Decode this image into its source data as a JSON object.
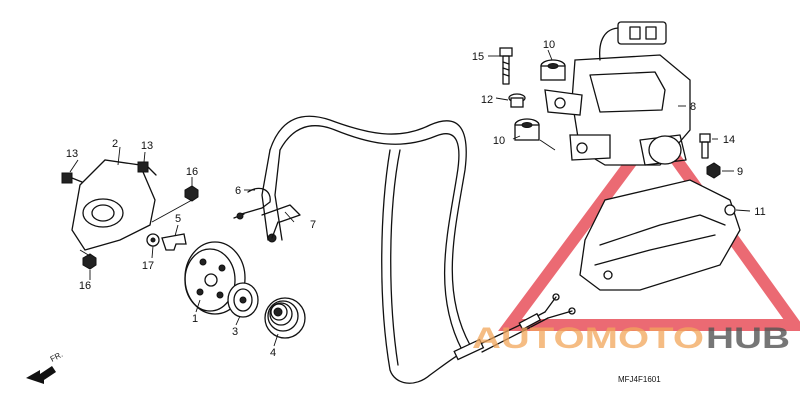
{
  "diagram": {
    "callouts": {
      "p1": "1",
      "p2": "2",
      "p3": "3",
      "p4": "4",
      "p5": "5",
      "p6": "6",
      "p7": "7",
      "p8": "8",
      "p9": "9",
      "p10a": "10",
      "p10b": "10",
      "p11": "11",
      "p12": "12",
      "p13a": "13",
      "p13b": "13",
      "p14": "14",
      "p15": "15",
      "p16a": "16",
      "p16b": "16",
      "p17": "17"
    },
    "direction_label": "FR.",
    "diagram_code": "MFJ4F1601"
  },
  "watermark": {
    "text_orange": "AUTOMOTO",
    "text_dark": "HUB",
    "colors": {
      "triangle": "#e8505b",
      "orange": "#f2a65a",
      "dark": "#555555"
    }
  }
}
